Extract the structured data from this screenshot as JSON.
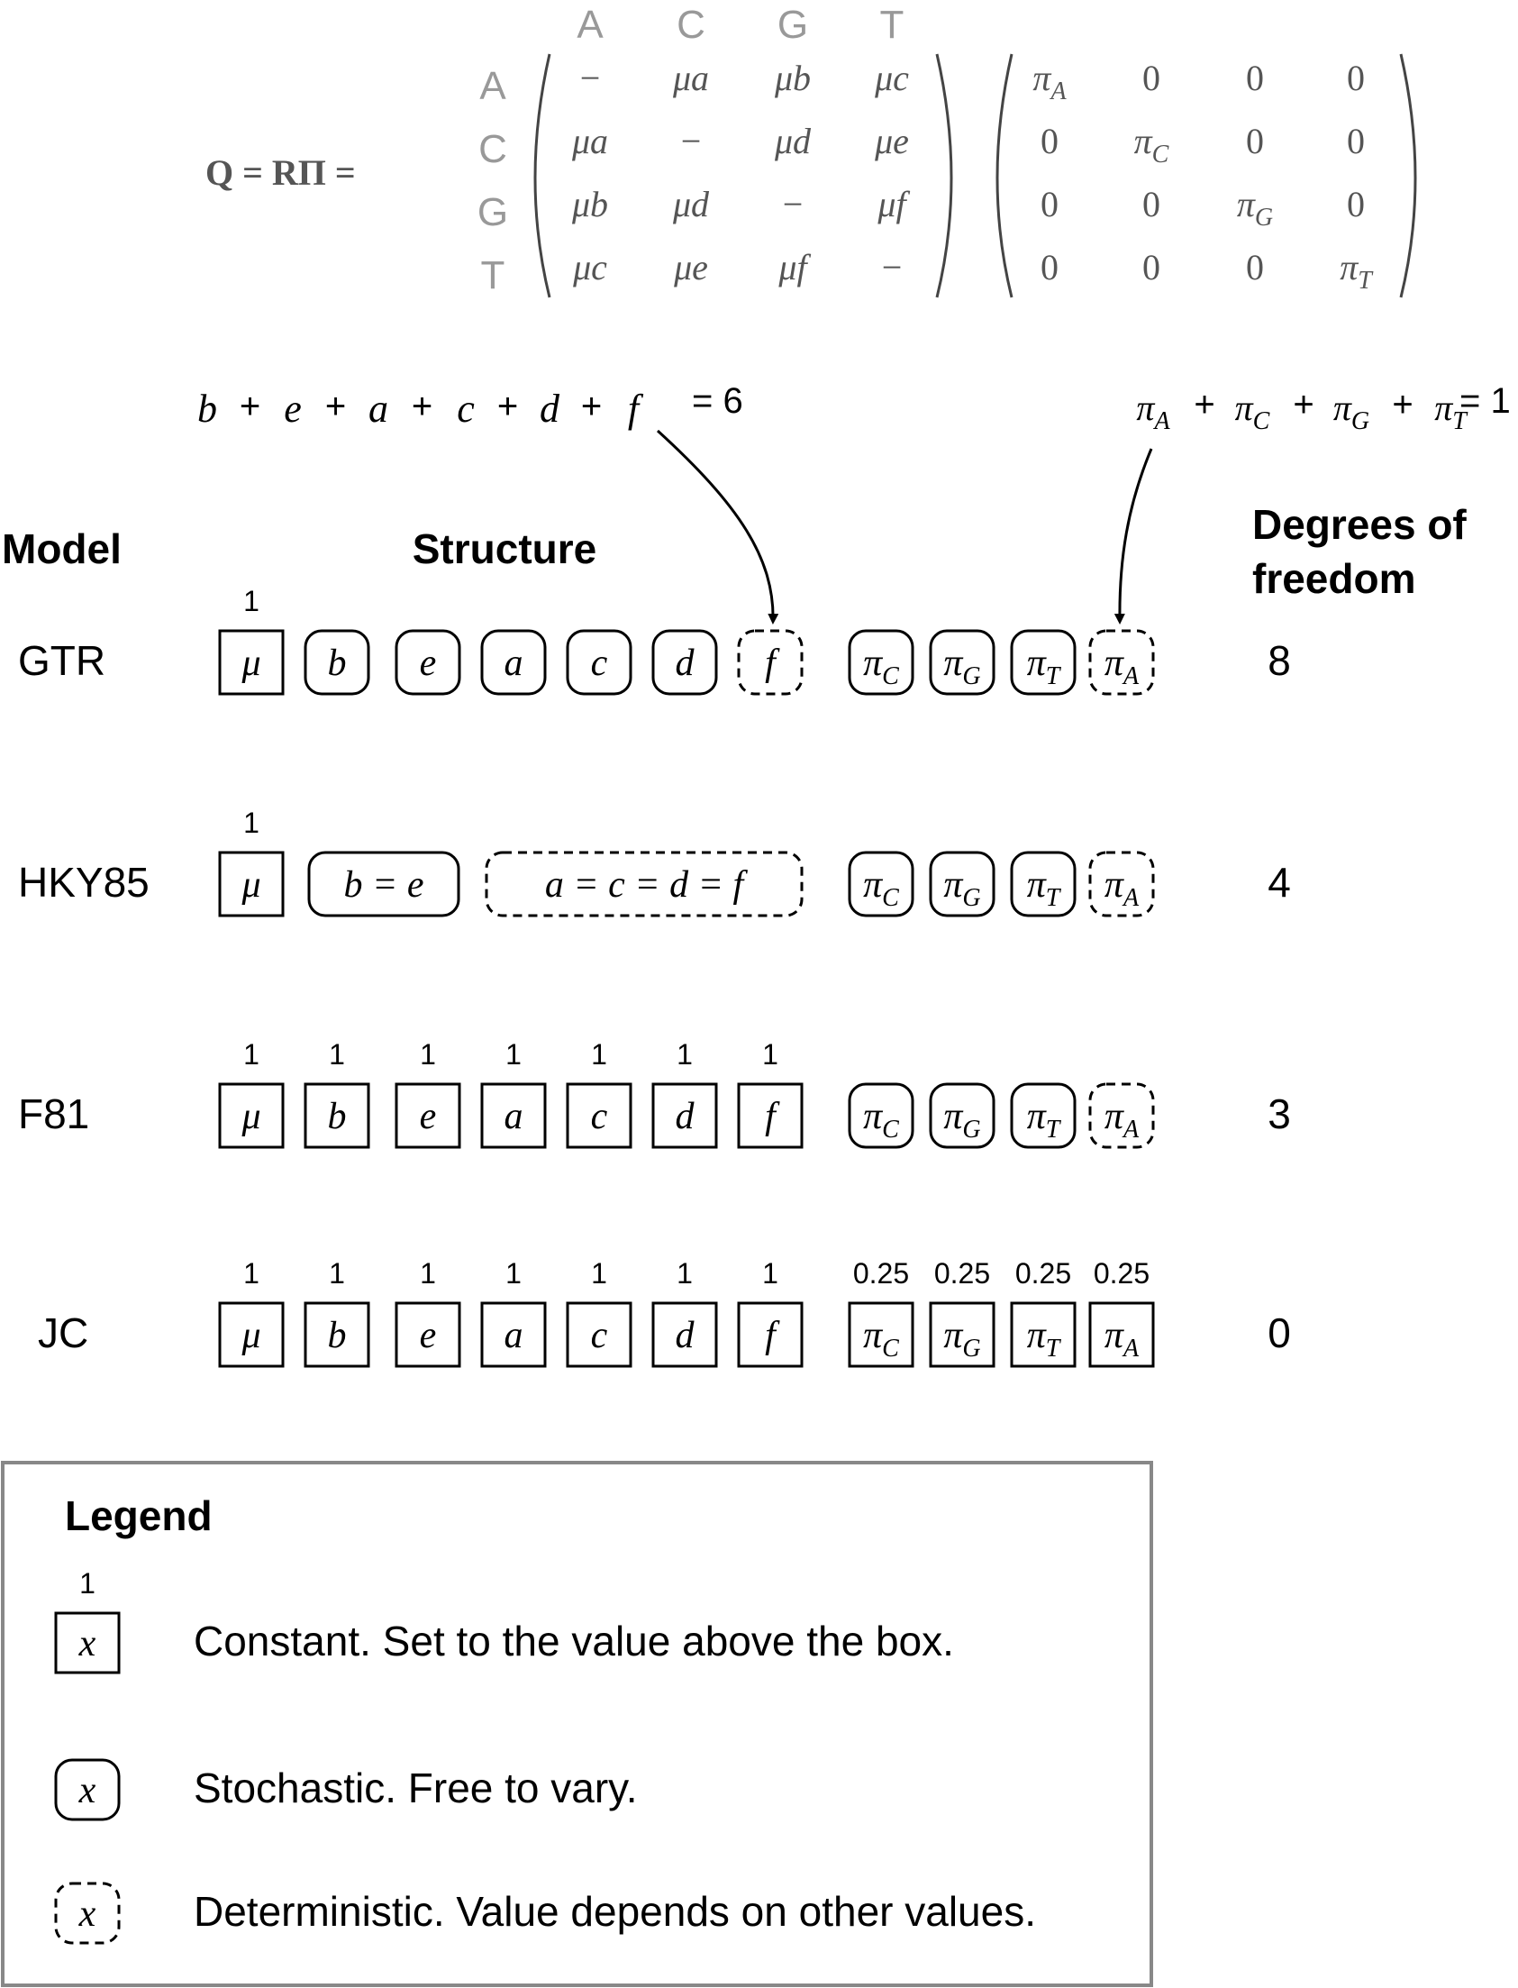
{
  "equation": {
    "lhs_bold": "Q = RΠ =",
    "col_headers": [
      "A",
      "C",
      "G",
      "T"
    ],
    "row_headers": [
      "A",
      "C",
      "G",
      "T"
    ],
    "R": [
      [
        "−",
        "μa",
        "μb",
        "μc"
      ],
      [
        "μa",
        "−",
        "μd",
        "μe"
      ],
      [
        "μb",
        "μd",
        "−",
        "μf"
      ],
      [
        "μc",
        "μe",
        "μf",
        "−"
      ]
    ],
    "Pi": [
      [
        "π_A",
        "0",
        "0",
        "0"
      ],
      [
        "0",
        "π_C",
        "0",
        "0"
      ],
      [
        "0",
        "0",
        "π_G",
        "0"
      ],
      [
        "0",
        "0",
        "0",
        "π_T"
      ]
    ]
  },
  "constraints": {
    "rates_terms": [
      "b",
      "e",
      "a",
      "c",
      "d",
      "f"
    ],
    "rates_eq": "= 6",
    "freq_terms": [
      "A",
      "C",
      "G",
      "T"
    ],
    "freq_eq": "= 1"
  },
  "headers": {
    "model": "Model",
    "structure": "Structure",
    "dof_line1": "Degrees of",
    "dof_line2": "freedom"
  },
  "models": [
    {
      "name": "GTR",
      "dof": "8",
      "boxes": [
        {
          "label": "μ",
          "type": "constant",
          "value": "1"
        },
        {
          "label": "b",
          "type": "stochastic"
        },
        {
          "label": "e",
          "type": "stochastic"
        },
        {
          "label": "a",
          "type": "stochastic"
        },
        {
          "label": "c",
          "type": "stochastic"
        },
        {
          "label": "d",
          "type": "stochastic"
        },
        {
          "label": "f",
          "type": "deterministic"
        },
        {
          "label": "π",
          "sub": "C",
          "type": "stochastic"
        },
        {
          "label": "π",
          "sub": "G",
          "type": "stochastic"
        },
        {
          "label": "π",
          "sub": "T",
          "type": "stochastic"
        },
        {
          "label": "π",
          "sub": "A",
          "type": "deterministic"
        }
      ]
    },
    {
      "name": "HKY85",
      "dof": "4",
      "boxes": [
        {
          "label": "μ",
          "type": "constant",
          "value": "1"
        },
        {
          "label": "b  = e",
          "type": "stochastic"
        },
        {
          "label": "a  = c  = d  = f",
          "type": "deterministic"
        },
        {
          "label": "π",
          "sub": "C",
          "type": "stochastic"
        },
        {
          "label": "π",
          "sub": "G",
          "type": "stochastic"
        },
        {
          "label": "π",
          "sub": "T",
          "type": "stochastic"
        },
        {
          "label": "π",
          "sub": "A",
          "type": "deterministic"
        }
      ]
    },
    {
      "name": "F81",
      "dof": "3",
      "boxes": [
        {
          "label": "μ",
          "type": "constant",
          "value": "1"
        },
        {
          "label": "b",
          "type": "constant",
          "value": "1"
        },
        {
          "label": "e",
          "type": "constant",
          "value": "1"
        },
        {
          "label": "a",
          "type": "constant",
          "value": "1"
        },
        {
          "label": "c",
          "type": "constant",
          "value": "1"
        },
        {
          "label": "d",
          "type": "constant",
          "value": "1"
        },
        {
          "label": "f",
          "type": "constant",
          "value": "1"
        },
        {
          "label": "π",
          "sub": "C",
          "type": "stochastic"
        },
        {
          "label": "π",
          "sub": "G",
          "type": "stochastic"
        },
        {
          "label": "π",
          "sub": "T",
          "type": "stochastic"
        },
        {
          "label": "π",
          "sub": "A",
          "type": "deterministic"
        }
      ]
    },
    {
      "name": "JC",
      "dof": "0",
      "boxes": [
        {
          "label": "μ",
          "type": "constant",
          "value": "1"
        },
        {
          "label": "b",
          "type": "constant",
          "value": "1"
        },
        {
          "label": "e",
          "type": "constant",
          "value": "1"
        },
        {
          "label": "a",
          "type": "constant",
          "value": "1"
        },
        {
          "label": "c",
          "type": "constant",
          "value": "1"
        },
        {
          "label": "d",
          "type": "constant",
          "value": "1"
        },
        {
          "label": "f",
          "type": "constant",
          "value": "1"
        },
        {
          "label": "π",
          "sub": "C",
          "type": "constant",
          "value": "0.25"
        },
        {
          "label": "π",
          "sub": "G",
          "type": "constant",
          "value": "0.25"
        },
        {
          "label": "π",
          "sub": "T",
          "type": "constant",
          "value": "0.25"
        },
        {
          "label": "π",
          "sub": "A",
          "type": "constant",
          "value": "0.25"
        }
      ]
    }
  ],
  "legend": {
    "title": "Legend",
    "items": [
      {
        "type": "constant",
        "symbol": "x",
        "value": "1",
        "text": "Constant. Set to the value above the box."
      },
      {
        "type": "stochastic",
        "symbol": "x",
        "text": "Stochastic. Free to vary."
      },
      {
        "type": "deterministic",
        "symbol": "x",
        "text": "Deterministic. Value depends on other values."
      }
    ]
  }
}
